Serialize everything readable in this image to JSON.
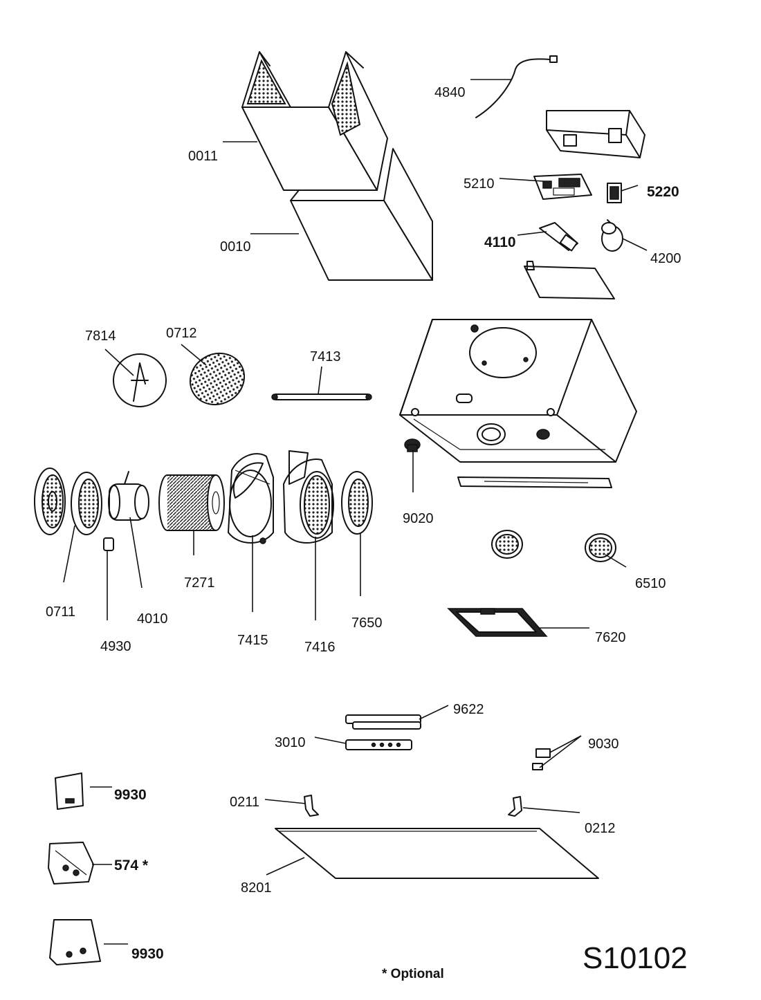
{
  "diagram": {
    "drawing_code": "S10102",
    "note": "* Optional",
    "labels": {
      "p4840": "4840",
      "p0011": "0011",
      "p0010": "0010",
      "p5210": "5210",
      "p5220": "5220",
      "p4110": "4110",
      "p4200": "4200",
      "p7814": "7814",
      "p0712": "0712",
      "p7413": "7413",
      "p9020": "9020",
      "p6510": "6510",
      "p0711": "0711",
      "p4010": "4010",
      "p4930": "4930",
      "p7271": "7271",
      "p7415": "7415",
      "p7416": "7416",
      "p7650": "7650",
      "p7620": "7620",
      "p9622": "9622",
      "p3010": "3010",
      "p9030": "9030",
      "p9930a": "9930",
      "p0211": "0211",
      "p0212": "0212",
      "p574": "574 *",
      "p8201": "8201",
      "p9930b": "9930"
    }
  }
}
